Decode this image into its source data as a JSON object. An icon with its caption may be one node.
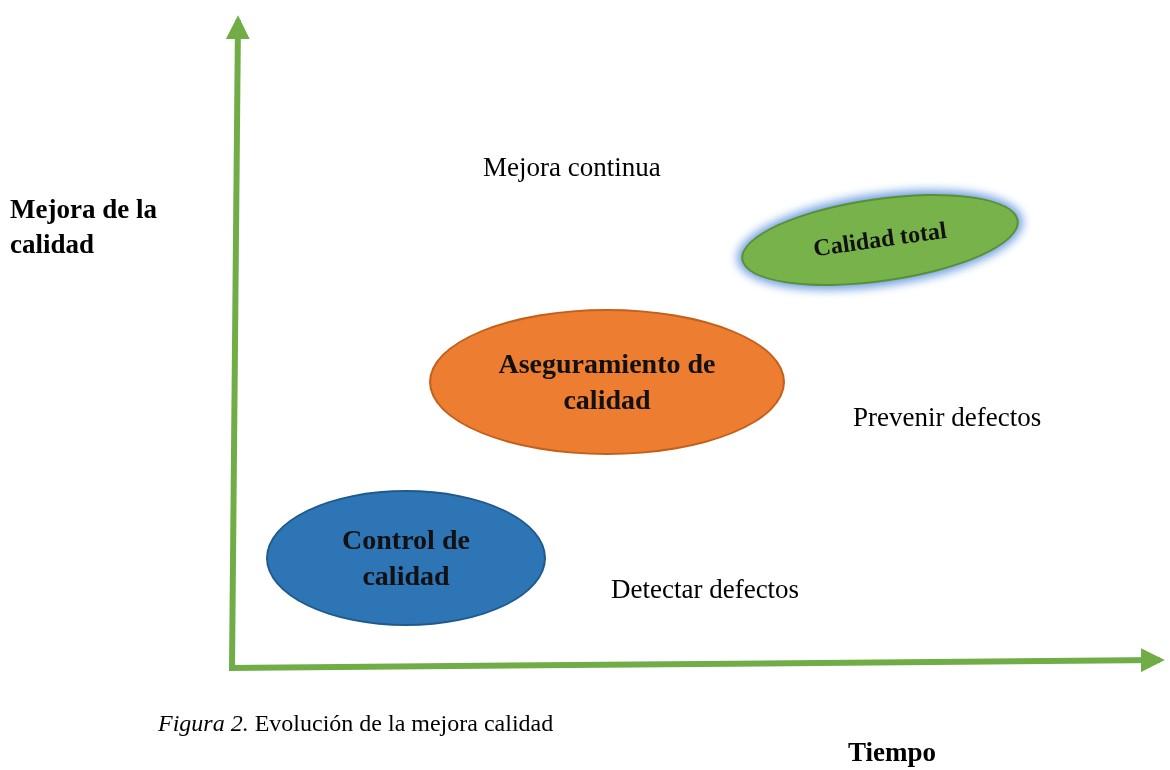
{
  "diagram": {
    "caption": "*Figura 2.* Evolución de la mejora calidad",
    "nodes": [
      {
        "text": [
          "Calidad total"
        ]
      },
      {
        "text": [
          "Aseguramiento de calidad"
        ]
      },
      {
        "text": [
          "Control de calidad"
        ]
      }
    ],
    "labels": [
      "Mejora continua",
      "Mejora de la calidad",
      "Prevenir defectos",
      "Detectar defectos",
      "Tiempo"
    ]
  }
}
